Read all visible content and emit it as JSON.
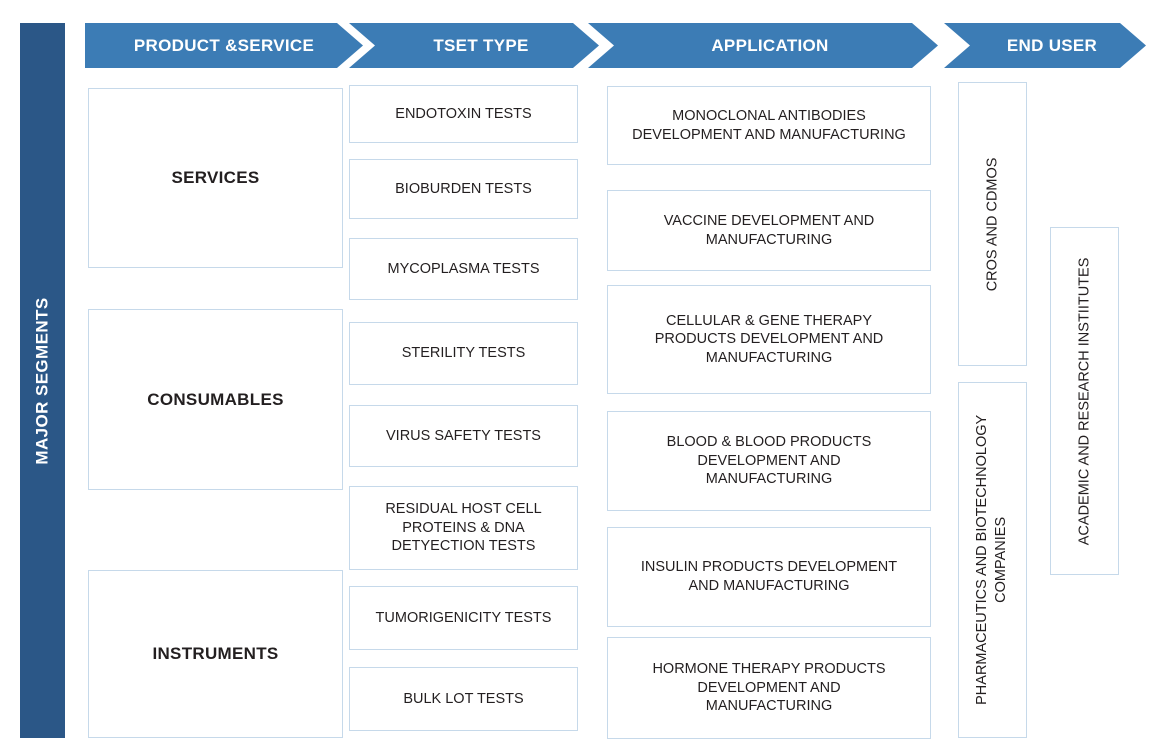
{
  "sidebar": {
    "label": "MAJOR SEGMENTS",
    "color": "#2b5787"
  },
  "theme": {
    "arrow_blue": "#3c7cb5",
    "sidebar_navy": "#2b5787",
    "box_border": "#c6d9ea",
    "text_dark": "#231f20",
    "background": "#ffffff"
  },
  "headers": [
    {
      "label": "PRODUCT &SERVICE"
    },
    {
      "label": "TSET TYPE"
    },
    {
      "label": "APPLICATION"
    },
    {
      "label": "END USER"
    }
  ],
  "columns": {
    "product_service": {
      "title": "PRODUCT &SERVICE",
      "items": [
        {
          "label": "SERVICES"
        },
        {
          "label": "CONSUMABLES"
        },
        {
          "label": "INSTRUMENTS"
        }
      ]
    },
    "test_type": {
      "title": "TSET TYPE",
      "items": [
        {
          "label": "ENDOTOXIN TESTS"
        },
        {
          "label": "BIOBURDEN TESTS"
        },
        {
          "label": "MYCOPLASMA TESTS"
        },
        {
          "label": "STERILITY TESTS"
        },
        {
          "label": "VIRUS SAFETY TESTS"
        },
        {
          "label": "RESIDUAL HOST CELL PROTEINS & DNA DETYECTION TESTS"
        },
        {
          "label": "TUMORIGENICITY TESTS"
        },
        {
          "label": "BULK LOT TESTS"
        }
      ]
    },
    "application": {
      "title": "APPLICATION",
      "items": [
        {
          "label": "MONOCLONAL ANTIBODIES DEVELOPMENT AND MANUFACTURING"
        },
        {
          "label": "VACCINE DEVELOPMENT AND MANUFACTURING"
        },
        {
          "label": "CELLULAR & GENE THERAPY PRODUCTS DEVELOPMENT AND MANUFACTURING"
        },
        {
          "label": "BLOOD & BLOOD PRODUCTS DEVELOPMENT AND MANUFACTURING"
        },
        {
          "label": "INSULIN PRODUCTS DEVELOPMENT AND MANUFACTURING"
        },
        {
          "label": "HORMONE THERAPY PRODUCTS DEVELOPMENT AND MANUFACTURING"
        }
      ]
    },
    "end_user": {
      "title": "END USER",
      "items": [
        {
          "label": "CROS AND CDMOS"
        },
        {
          "label": "PHARMACEUTICS AND BIOTECHNOLOGY COMPANIES"
        },
        {
          "label": "ACADEMIC AND RESEARCH INSTIITUTES"
        }
      ]
    }
  }
}
